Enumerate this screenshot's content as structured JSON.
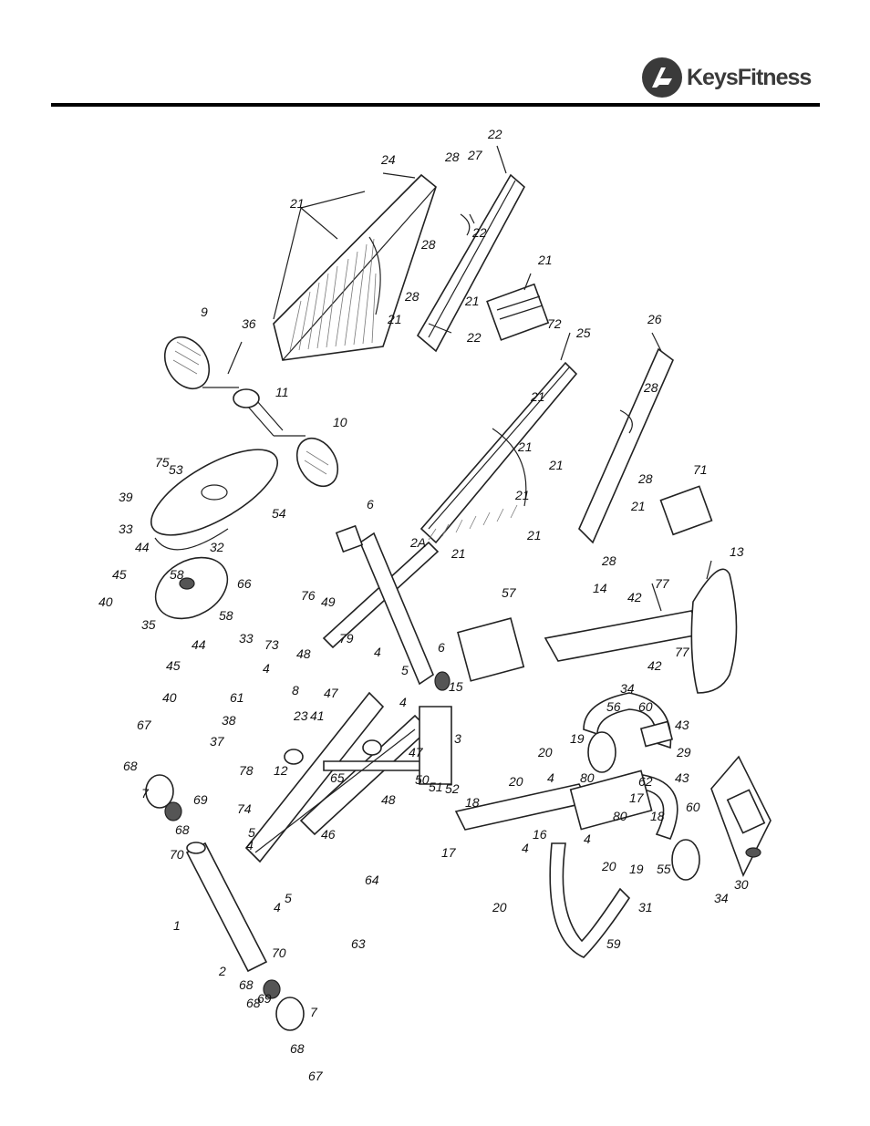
{
  "brand": {
    "name_part1": "Keys",
    "name_part2": "Fitness"
  },
  "labels": {
    "n1": "1",
    "n2": "2",
    "n3": "3",
    "n4": "4",
    "n5": "5",
    "n6": "6",
    "n7": "7",
    "n8": "8",
    "n9": "9",
    "n10": "10",
    "n11": "11",
    "n12": "12",
    "n13": "13",
    "n14": "14",
    "n15": "15",
    "n16": "16",
    "n17": "17",
    "n18": "18",
    "n19": "19",
    "n20": "20",
    "n21": "21",
    "n22": "22",
    "n23": "23",
    "n24": "24",
    "n2A": "2A",
    "n25": "25",
    "n26": "26",
    "n27": "27",
    "n28": "28",
    "n29": "29",
    "n30": "30",
    "n31": "31",
    "n32": "32",
    "n33": "33",
    "n34": "34",
    "n35": "35",
    "n36": "36",
    "n37": "37",
    "n38": "38",
    "n39": "39",
    "n40": "40",
    "n41": "41",
    "n42": "42",
    "n43": "43",
    "n44": "44",
    "n45": "45",
    "n46": "46",
    "n47": "47",
    "n48": "48",
    "n49": "49",
    "n50": "50",
    "n51": "51",
    "n52": "52",
    "n53": "53",
    "n54": "54",
    "n55": "55",
    "n56": "56",
    "n57": "57",
    "n58": "58",
    "n59": "59",
    "n60": "60",
    "n61": "61",
    "n62": "62",
    "n63": "63",
    "n64": "64",
    "n65": "65",
    "n66": "66",
    "n67": "67",
    "n68": "68",
    "n69": "69",
    "n70": "70",
    "n71": "71",
    "n72": "72",
    "n73": "73",
    "n74": "74",
    "n75": "75",
    "n76": "76",
    "n77": "77",
    "n78": "78",
    "n79": "79",
    "n80": "80"
  }
}
